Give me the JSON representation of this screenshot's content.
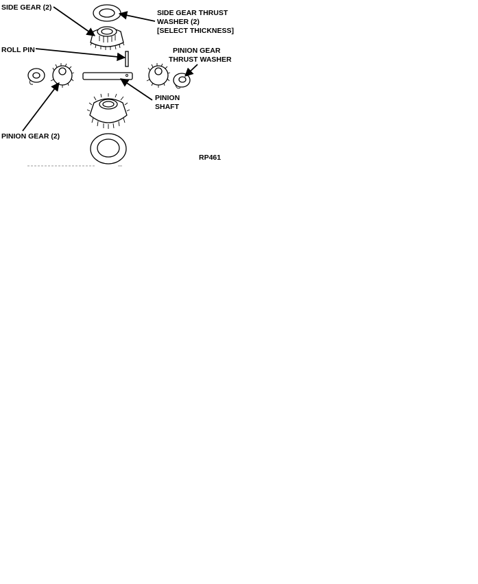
{
  "labels": {
    "side_gear": "SIDE GEAR (2)",
    "side_gear_thrust_washer_line1": "SIDE GEAR THRUST",
    "side_gear_thrust_washer_line2": "WASHER (2)",
    "side_gear_thrust_washer_line3": "[SELECT THICKNESS]",
    "roll_pin": "ROLL PIN",
    "pinion_gear_thrust_washer_line1": "PINION GEAR",
    "pinion_gear_thrust_washer_line2": "THRUST WASHER",
    "pinion_shaft_line1": "PINION",
    "pinion_shaft_line2": "SHAFT",
    "pinion_gear": "PINION GEAR (2)",
    "figure_code": "RP461"
  },
  "colors": {
    "ink": "#000000",
    "paper": "#ffffff"
  }
}
